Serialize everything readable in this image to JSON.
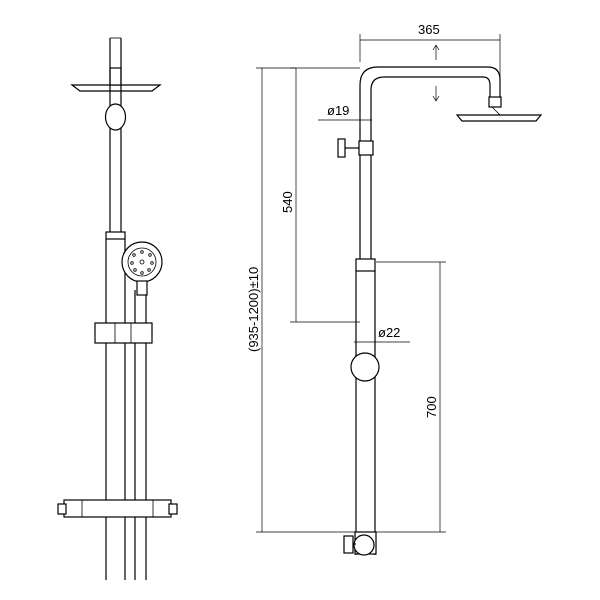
{
  "dimensions": {
    "arm_reach": "365",
    "pipe_diameter_top": "ø19",
    "spacing_540": "540",
    "overall_height": "(935-1200)±10",
    "pipe_diameter_lower": "ø22",
    "lower_height": "700"
  },
  "colors": {
    "line": "#000000",
    "background": "#ffffff"
  }
}
